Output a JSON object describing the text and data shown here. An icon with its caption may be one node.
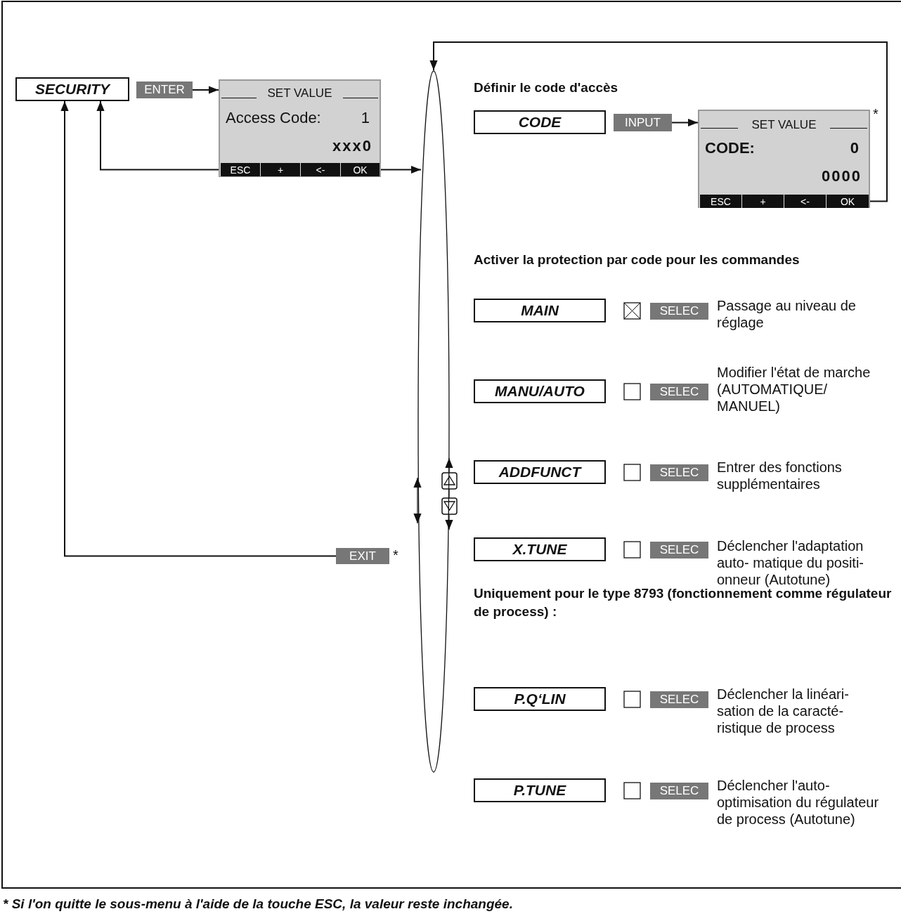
{
  "diagram": {
    "caption": "* Si l'on quitte le sous-menu à l'aide de la touche ESC, la valeur reste inchangée.",
    "nodes": [
      {
        "text": [
          "SECURITY"
        ]
      },
      {
        "text": [
          "ENTER"
        ]
      },
      {
        "text": [
          "SET VALUE",
          "Access Code:",
          "1",
          "xxx0"
        ]
      },
      {
        "text": [
          "ESC"
        ],
        "in": 2
      },
      {
        "text": [
          "+"
        ],
        "in": 2
      },
      {
        "text": [
          "<-"
        ],
        "in": 2
      },
      {
        "text": [
          "OK"
        ],
        "in": 2
      },
      {
        "text": [],
        "shape": "ellipse"
      },
      {
        "text": [
          "CODE"
        ]
      },
      {
        "text": [
          "INPUT"
        ]
      },
      {
        "text": [
          "SET VALUE",
          "CODE:",
          "0",
          "0000"
        ],
        "beside": [
          "*"
        ]
      },
      {
        "text": [
          "ESC"
        ],
        "in": 10
      },
      {
        "text": [
          "+"
        ],
        "in": 10
      },
      {
        "text": [
          "<-"
        ],
        "in": 10
      },
      {
        "text": [
          "OK"
        ],
        "in": 10
      },
      {
        "text": [
          "MAIN"
        ]
      },
      {
        "text": [
          "SELEC"
        ],
        "beside": [
          "Passage au niveau de réglage"
        ]
      },
      {
        "text": [
          "MANU/AUTO"
        ]
      },
      {
        "text": [
          "SELEC"
        ],
        "beside": [
          "Modifier l'état de marche (AUTOMATIQUE/ MANUEL)"
        ]
      },
      {
        "text": [
          "ADDFUNCT"
        ]
      },
      {
        "text": [
          "SELEC"
        ],
        "beside": [
          "Entrer des fonctions supplémentaires"
        ]
      },
      {
        "text": [
          "X.TUNE"
        ]
      },
      {
        "text": [
          "SELEC"
        ],
        "beside": [
          "Déclencher l'adaptation auto- matique du positi- onneur (Autotune)"
        ]
      },
      {
        "text": [
          "P.Q‘LIN"
        ]
      },
      {
        "text": [
          "SELEC"
        ],
        "beside": [
          "Déclencher la linéari- sation de la caracté- ristique de process"
        ]
      },
      {
        "text": [
          "P.TUNE"
        ]
      },
      {
        "text": [
          "SELEC"
        ],
        "beside": [
          "Déclencher l'auto- optimisation du régulateur de process (Autotune)"
        ]
      },
      {
        "text": [
          "EXIT"
        ],
        "beside": [
          "*"
        ]
      }
    ],
    "edges": [
      {
        "from": 1,
        "to": 2,
        "arrow": "to"
      },
      {
        "from": 3,
        "to": 0,
        "arrow": "to"
      },
      {
        "from": 6,
        "to": 7,
        "arrow": "to"
      },
      {
        "from": 14,
        "to": 7,
        "arrow": "to"
      },
      {
        "from": 9,
        "to": 10,
        "arrow": "to"
      },
      {
        "from": 27,
        "to": 0,
        "arrow": "to"
      }
    ],
    "labels": [
      "Définir le code d'accès",
      "Activer la protection par code pour les commandes",
      "Uniquement pour le type 8793 (fonctionnement comme régulateur de process) :"
    ]
  }
}
